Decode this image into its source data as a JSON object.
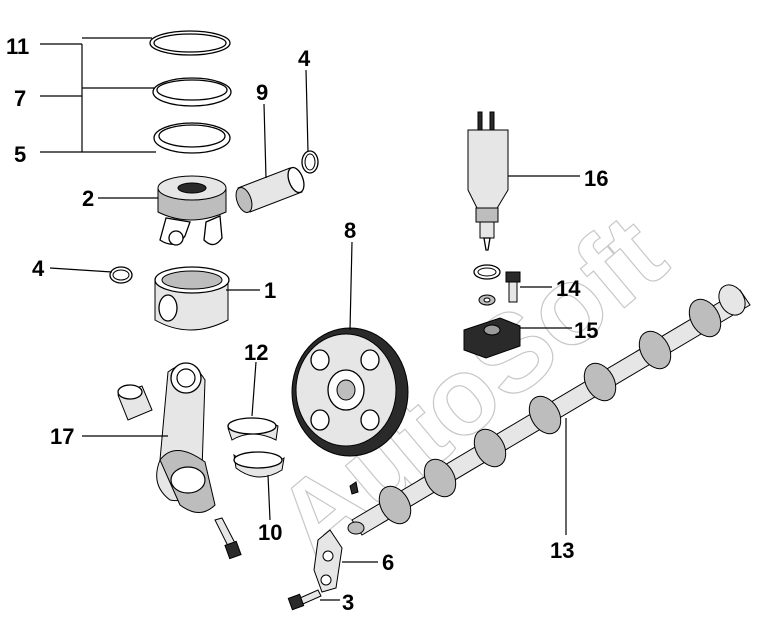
{
  "watermark": "AutoSoft",
  "callouts": {
    "c1": "1",
    "c2": "2",
    "c3": "3",
    "c4a": "4",
    "c4b": "4",
    "c5": "5",
    "c6": "6",
    "c7": "7",
    "c8": "8",
    "c9": "9",
    "c10": "10",
    "c11": "11",
    "c12": "12",
    "c13": "13",
    "c14": "14",
    "c15": "15",
    "c16": "16",
    "c17": "17"
  }
}
